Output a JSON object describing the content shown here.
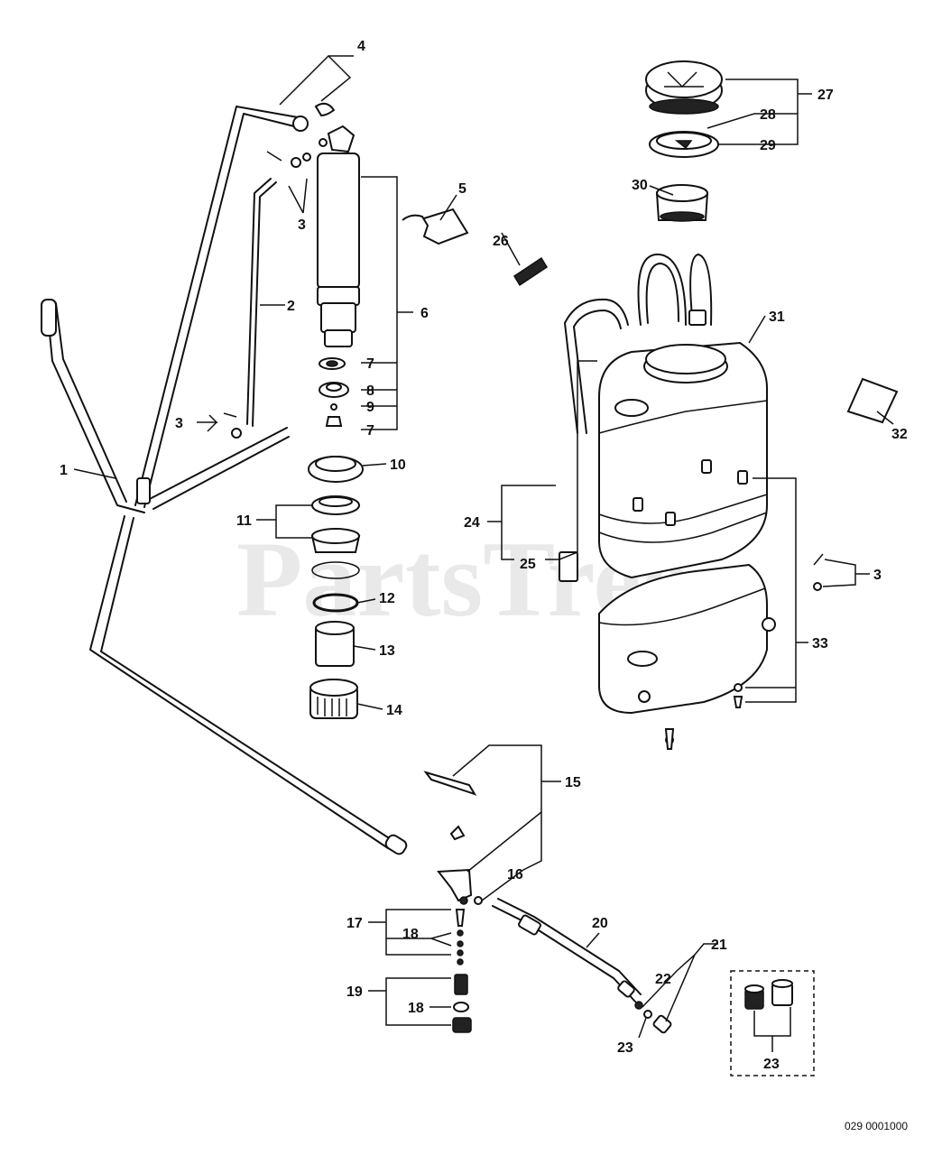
{
  "watermark": "PartsTree",
  "diagram_code": "029 0001000",
  "callouts": {
    "c1": "1",
    "c2": "2",
    "c3a": "3",
    "c3b": "3",
    "c3c": "3",
    "c4": "4",
    "c5": "5",
    "c6": "6",
    "c7a": "7",
    "c7b": "7",
    "c8": "8",
    "c9": "9",
    "c10": "10",
    "c11": "11",
    "c12": "12",
    "c13": "13",
    "c14": "14",
    "c15": "15",
    "c16": "16",
    "c17": "17",
    "c18a": "18",
    "c18b": "18",
    "c19": "19",
    "c20": "20",
    "c21": "21",
    "c22": "22",
    "c23a": "23",
    "c23b": "23",
    "c24": "24",
    "c25": "25",
    "c26": "26",
    "c27": "27",
    "c28": "28",
    "c29": "29",
    "c30": "30",
    "c31": "31",
    "c32": "32",
    "c33": "33"
  }
}
